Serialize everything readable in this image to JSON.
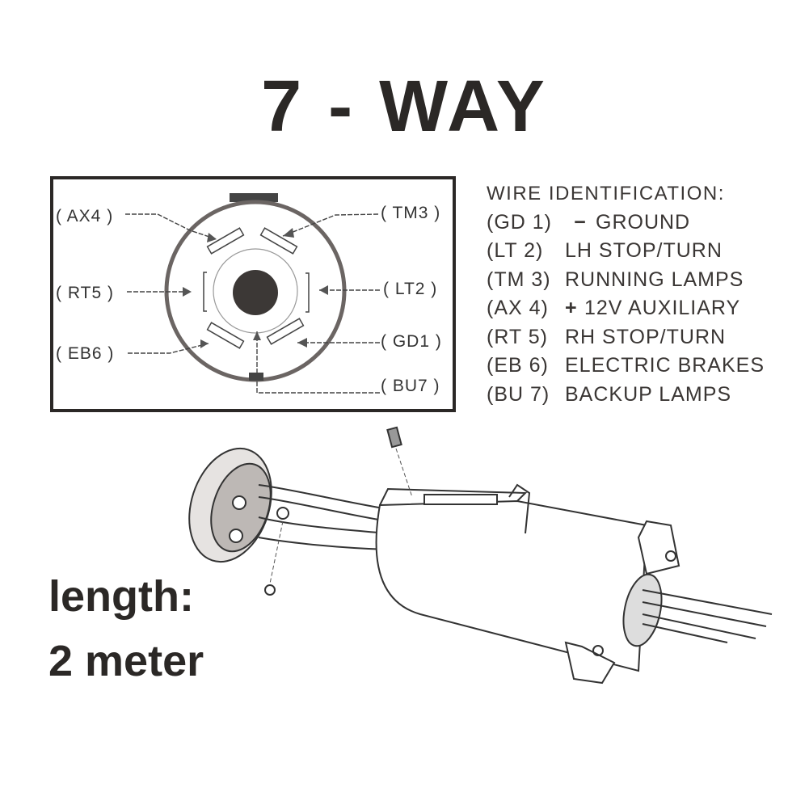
{
  "title": "7 - WAY",
  "pin_diagram": {
    "labels": [
      {
        "id": "AX4",
        "text": "( AX4 )"
      },
      {
        "id": "TM3",
        "text": "( TM3 )"
      },
      {
        "id": "RT5",
        "text": "( RT5 )"
      },
      {
        "id": "LT2",
        "text": "( LT2 )"
      },
      {
        "id": "EB6",
        "text": "( EB6 )"
      },
      {
        "id": "GD1",
        "text": "( GD1 )"
      },
      {
        "id": "BU7",
        "text": "( BU7 )"
      }
    ]
  },
  "wire_identification": {
    "header": "WIRE IDENTIFICATION:",
    "rows": [
      {
        "code": "(GD 1)",
        "symbol": "−",
        "desc": "GROUND"
      },
      {
        "code": "(LT 2)",
        "symbol": "",
        "desc": "LH STOP/TURN"
      },
      {
        "code": "(TM 3)",
        "symbol": "",
        "desc": "RUNNING LAMPS"
      },
      {
        "code": "(AX 4)",
        "symbol": "+",
        "desc": "12V  AUXILIARY"
      },
      {
        "code": "(RT 5)",
        "symbol": "",
        "desc": "RH STOP/TURN"
      },
      {
        "code": "(EB 6)",
        "symbol": "",
        "desc": "ELECTRIC BRAKES"
      },
      {
        "code": "(BU 7)",
        "symbol": "",
        "desc": "BACKUP LAMPS"
      }
    ]
  },
  "length": {
    "label": "length:",
    "value": "2 meter"
  }
}
